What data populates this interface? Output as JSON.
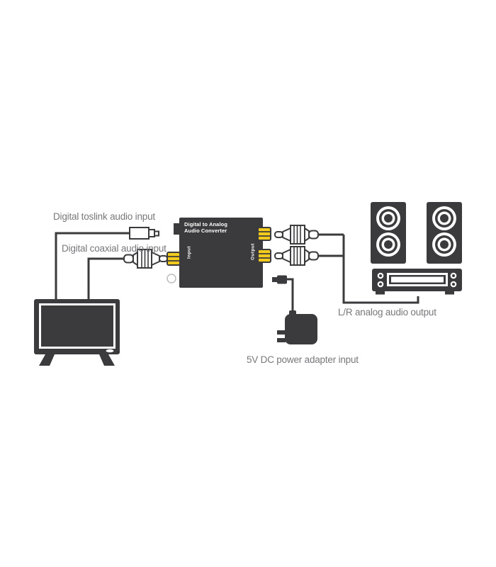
{
  "diagram": {
    "labels": {
      "toslink_input": "Digital toslink audio input",
      "coaxial_input": "Digital coaxial audio input",
      "analog_output": "L/R analog audio output",
      "power_input": "5V DC power adapter input"
    },
    "converter": {
      "title_line1": "Digital to Analog",
      "title_line2": "Audio Converter",
      "side_input": "Input",
      "side_output": "Output"
    },
    "icons": {
      "tv": "tv-icon",
      "speakers": "speaker-icon",
      "amplifier": "stereo-amplifier-icon",
      "power_adapter": "power-adapter-icon",
      "toslink_plug": "toslink-plug-icon",
      "rca_plug": "rca-plug-icon",
      "rca_jack": "rca-jack-icon"
    },
    "colors": {
      "device_dark": "#3b3b3d",
      "label_gray": "#77787b",
      "jack_yellow": "#f2cb1d",
      "jack_yellow_dark": "#c9a413",
      "wire": "#3b3b3d",
      "background": "#ffffff"
    }
  }
}
